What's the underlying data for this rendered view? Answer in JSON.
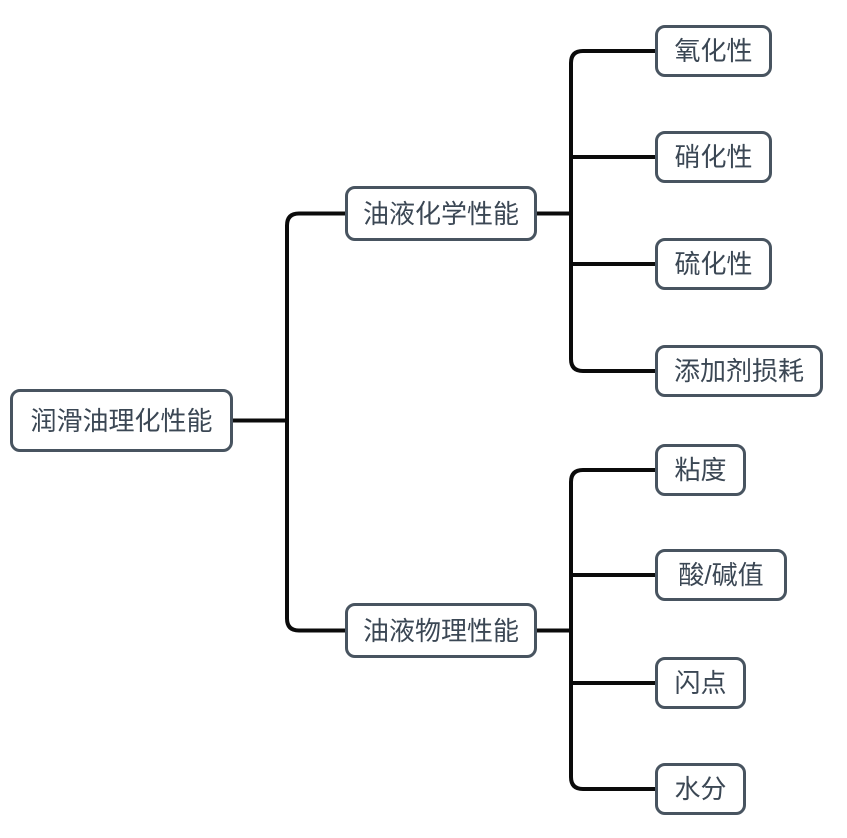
{
  "diagram": {
    "type": "tree",
    "orientation": "left-to-right",
    "root": {
      "label": "润滑油理化性能"
    },
    "branches": [
      {
        "label": "油液化学性能",
        "children": [
          {
            "label": "氧化性"
          },
          {
            "label": "硝化性"
          },
          {
            "label": "硫化性"
          },
          {
            "label": "添加剂损耗"
          }
        ]
      },
      {
        "label": "油液物理性能",
        "children": [
          {
            "label": "粘度"
          },
          {
            "label": "酸/碱值"
          },
          {
            "label": "闪点"
          },
          {
            "label": "水分"
          }
        ]
      }
    ],
    "colors": {
      "background": "#ffffff",
      "node_fill": "#ffffff",
      "node_border": "#485460",
      "node_text": "#3b4754",
      "connector": "#0b0b0b"
    }
  }
}
